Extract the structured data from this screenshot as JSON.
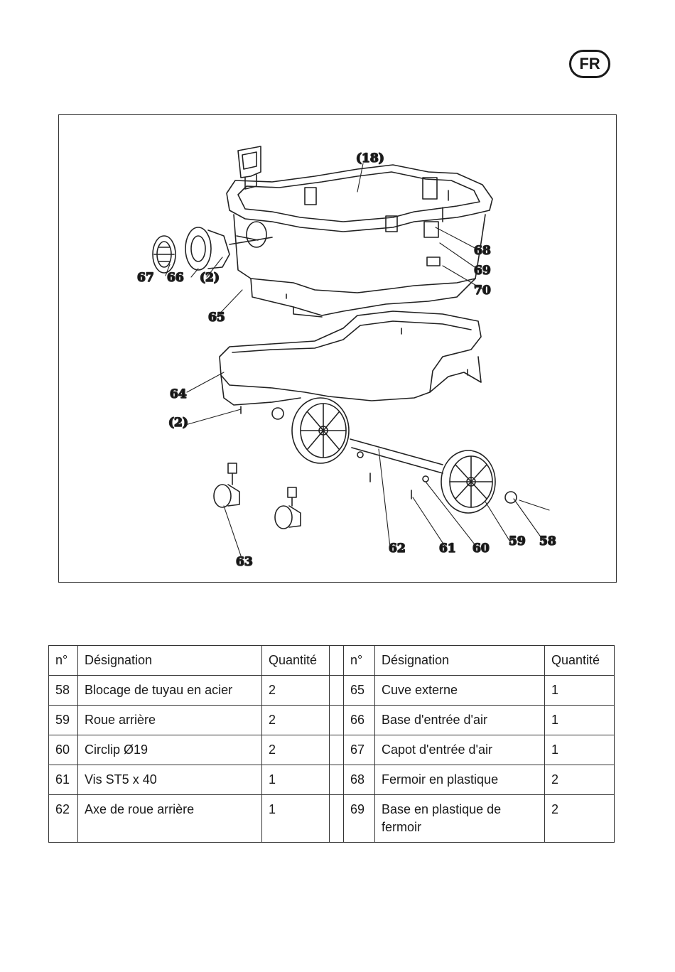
{
  "language_badge": "FR",
  "diagram": {
    "callouts": [
      {
        "id": "c18",
        "text": "(18)"
      },
      {
        "id": "c68",
        "text": "68"
      },
      {
        "id": "c69",
        "text": "69"
      },
      {
        "id": "c70",
        "text": "70"
      },
      {
        "id": "c67",
        "text": "67"
      },
      {
        "id": "c66",
        "text": "66"
      },
      {
        "id": "c2a",
        "text": "(2)"
      },
      {
        "id": "c65",
        "text": "65"
      },
      {
        "id": "c64",
        "text": "64"
      },
      {
        "id": "c2b",
        "text": "(2)"
      },
      {
        "id": "c63",
        "text": "63"
      },
      {
        "id": "c62",
        "text": "62"
      },
      {
        "id": "c61",
        "text": "61"
      },
      {
        "id": "c60",
        "text": "60"
      },
      {
        "id": "c59",
        "text": "59"
      },
      {
        "id": "c58",
        "text": "58"
      }
    ]
  },
  "table": {
    "headers": {
      "num": "n°",
      "designation": "Désignation",
      "quantity": "Quantité"
    },
    "rows": [
      {
        "n1": "58",
        "d1": "Blocage de tuyau en acier",
        "q1": "2",
        "n2": "65",
        "d2": "Cuve externe",
        "q2": "1"
      },
      {
        "n1": "59",
        "d1": "Roue arrière",
        "q1": "2",
        "n2": "66",
        "d2": "Base d'entrée d'air",
        "q2": "1"
      },
      {
        "n1": "60",
        "d1": "Circlip Ø19",
        "q1": "2",
        "n2": "67",
        "d2": "Capot d'entrée d'air",
        "q2": "1"
      },
      {
        "n1": "61",
        "d1": "Vis ST5 x 40",
        "q1": "1",
        "n2": "68",
        "d2": "Fermoir en plastique",
        "q2": "2"
      },
      {
        "n1": "62",
        "d1": "Axe de roue arrière",
        "q1": "1",
        "n2": "69",
        "d2": "Base en plastique de fermoir",
        "q2": "2"
      }
    ]
  }
}
